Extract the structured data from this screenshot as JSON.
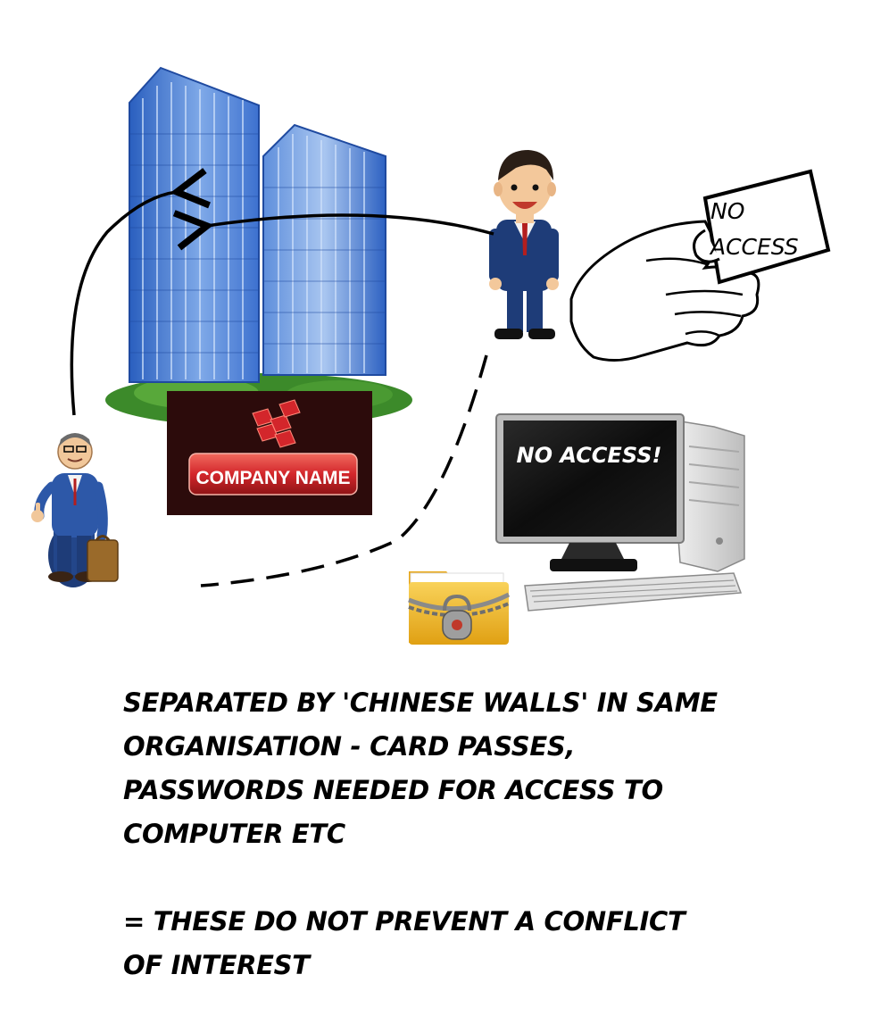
{
  "logo": {
    "text": "COMPANY NAME"
  },
  "card": {
    "line1": "NO",
    "line2": "ACCESS"
  },
  "monitor": {
    "text": "NO ACCESS!"
  },
  "caption": {
    "lines": [
      "SEPARATED BY 'CHINESE WALLS' IN SAME",
      "ORGANISATION - CARD PASSES,",
      "PASSWORDS NEEDED FOR ACCESS TO",
      "COMPUTER ETC"
    ],
    "conclusion": [
      "= THESE DO NOT PREVENT A CONFLICT",
      "OF INTEREST"
    ]
  },
  "icons": [
    "office-towers-icon",
    "company-logo-icon",
    "businessman-icon",
    "employee-icon",
    "hand-holding-card-icon",
    "desktop-computer-icon",
    "locked-folder-icon"
  ],
  "colors": {
    "building": "#3b6fc9",
    "grass": "#3c8a2a",
    "logo_bg": "#3b0f0f",
    "logo_red": "#d3262b",
    "suit": "#1e3c78",
    "folder": "#f2b81c"
  }
}
